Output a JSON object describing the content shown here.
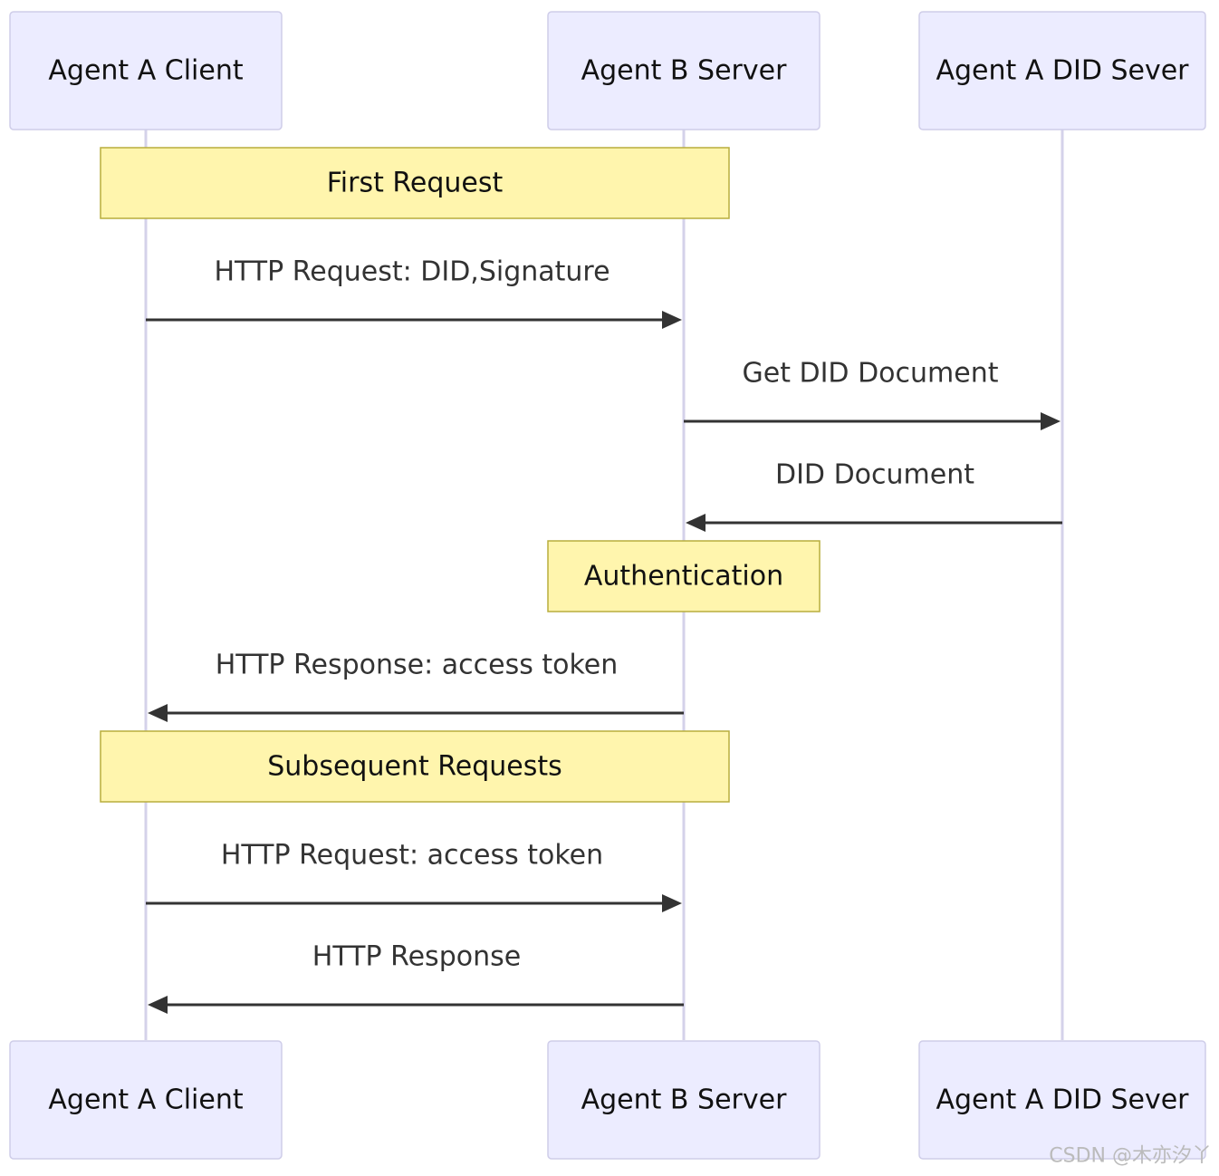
{
  "participants": [
    {
      "id": "client",
      "label": "Agent A Client"
    },
    {
      "id": "server",
      "label": "Agent B Server"
    },
    {
      "id": "did",
      "label": "Agent A DID Sever"
    }
  ],
  "notes": [
    {
      "label": "First Request",
      "over": [
        "client",
        "server"
      ]
    },
    {
      "label": "Authentication",
      "over": [
        "server"
      ]
    },
    {
      "label": "Subsequent Requests",
      "over": [
        "client",
        "server"
      ]
    }
  ],
  "messages": [
    {
      "from": "client",
      "to": "server",
      "label": "HTTP Request: DID,Signature"
    },
    {
      "from": "server",
      "to": "did",
      "label": "Get DID Document"
    },
    {
      "from": "did",
      "to": "server",
      "label": "DID Document"
    },
    {
      "from": "server",
      "to": "client",
      "label": "HTTP Response: access token"
    },
    {
      "from": "client",
      "to": "server",
      "label": "HTTP Request: access token"
    },
    {
      "from": "server",
      "to": "client",
      "label": "HTTP Response"
    }
  ],
  "watermark": "CSDN @木亦汐丫"
}
